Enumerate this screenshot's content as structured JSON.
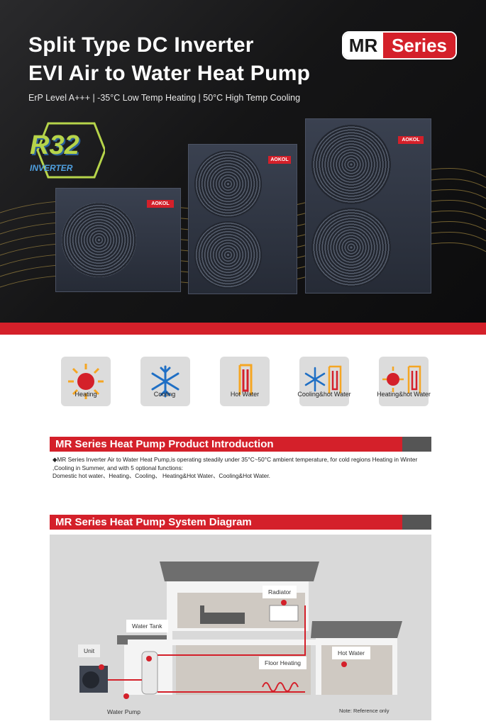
{
  "hero": {
    "title_line1": "Split Type DC Inverter",
    "title_line2": "EVI Air to Water Heat Pump",
    "subtitle": "ErP Level A+++ | -35°C  Low Temp Heating | 50°C High Temp Cooling",
    "badge_left": "MR",
    "badge_right": "Series",
    "r32_label": "R32",
    "r32_sub": "INVERTER",
    "brand": "AOKOL"
  },
  "features": [
    {
      "label": "Heating",
      "icon": "sun-icon"
    },
    {
      "label": "Cooling",
      "icon": "snowflake-icon"
    },
    {
      "label": "Hot Water",
      "icon": "water-tank-icon"
    },
    {
      "label": "Cooling&hot Water",
      "icon": "snowflake-tank-icon"
    },
    {
      "label": "Heating&hot Water",
      "icon": "sun-tank-icon"
    }
  ],
  "intro": {
    "heading": "MR Series Heat Pump Product Introduction",
    "body_line1": "◆MR Series Inverter Air to Water Heat Pump,is operating steadily under 35°C~50°C ambient temperature,  for cold regions Heating in Winter ,Cooling in Summer, and with 5 optional functions:",
    "body_line2": "Domestic hot water、Heating、Cooling、 Heating&Hot Water、Cooling&Hot Water."
  },
  "diagram": {
    "heading": "MR Series Heat Pump System Diagram",
    "labels": {
      "radiator": "Radiator",
      "water_tank": "Water Tank",
      "unit": "Unit",
      "floor_heating": "Floor Heating",
      "hot_water": "Hot Water",
      "water_pump": "Water Pump",
      "note": "Note: Reference only"
    }
  },
  "colors": {
    "accent": "#d4202a",
    "dark": "#151516"
  }
}
